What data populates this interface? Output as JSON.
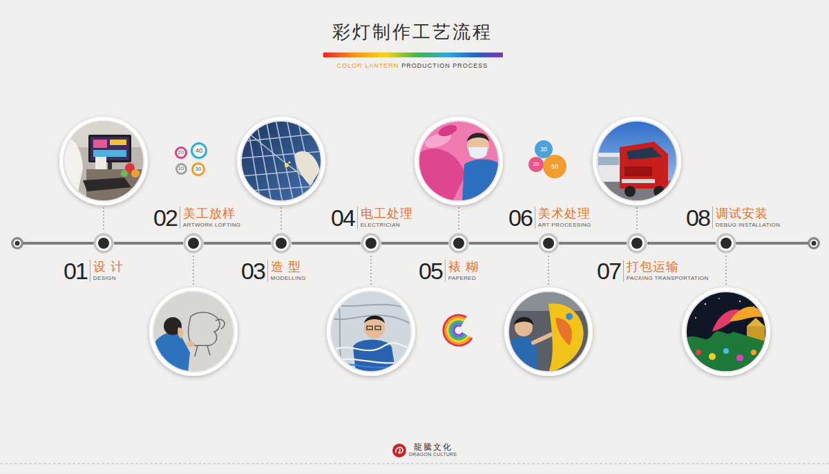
{
  "diagram": {
    "title": "彩灯制作工艺流程",
    "nodes": [
      {
        "text": [
          "01",
          "设 计",
          "DESIGN"
        ]
      },
      {
        "text": [
          "02",
          "美工放样",
          "ARTWORK LOFTING"
        ]
      },
      {
        "text": [
          "03",
          "造 型",
          "MODELLING"
        ]
      },
      {
        "text": [
          "04",
          "电工处理",
          "ELECTRICIAN"
        ]
      },
      {
        "text": [
          "05",
          "裱 糊",
          "PAPERED"
        ]
      },
      {
        "text": [
          "06",
          "美术处理",
          "ART PROCESSING"
        ]
      },
      {
        "text": [
          "07",
          "打包运输",
          "PACKING TRANSPORTATION"
        ]
      },
      {
        "text": [
          "08",
          "调试安装",
          "DEBUG INSTALLATION"
        ]
      },
      {
        "text": [
          "20"
        ]
      },
      {
        "text": [
          "40"
        ]
      },
      {
        "text": [
          "10"
        ]
      },
      {
        "text": [
          "30"
        ]
      },
      {
        "text": [
          "30"
        ]
      },
      {
        "text": [
          "20"
        ]
      },
      {
        "text": [
          "50"
        ]
      }
    ],
    "edges": [
      {
        "from": 0,
        "to": 1,
        "arrow": "none"
      },
      {
        "from": 1,
        "to": 2,
        "arrow": "none"
      },
      {
        "from": 2,
        "to": 3,
        "arrow": "none"
      },
      {
        "from": 3,
        "to": 4,
        "arrow": "none"
      },
      {
        "from": 4,
        "to": 5,
        "arrow": "none"
      },
      {
        "from": 5,
        "to": 6,
        "arrow": "none"
      },
      {
        "from": 6,
        "to": 7,
        "arrow": "none"
      }
    ],
    "labels": [
      "COLOR LANTERN",
      "PRODUCTION PROCESS",
      "龍騰文化",
      "DRAGON CULTURE"
    ]
  }
}
